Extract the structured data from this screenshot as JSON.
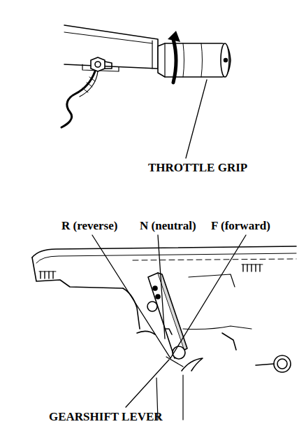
{
  "diagram": {
    "labels": [
      "THROTTLE GRIP",
      "R (reverse)",
      "N (neutral)",
      "F (forward)",
      "GEARSHIFT LEVER"
    ]
  }
}
